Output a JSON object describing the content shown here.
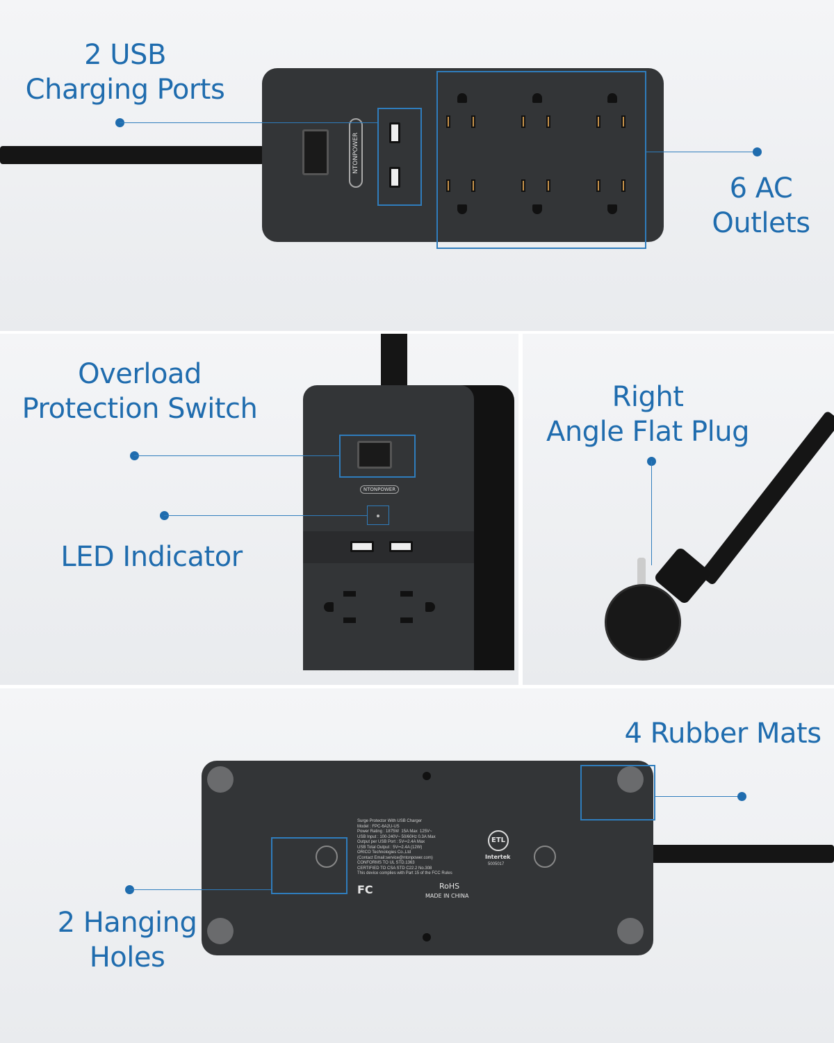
{
  "labels": {
    "usb_ports": [
      "2 USB",
      "Charging Ports"
    ],
    "ac_outlets": [
      "6 AC",
      "Outlets"
    ],
    "overload_switch": [
      "Overload",
      "Protection Switch"
    ],
    "led_indicator": "LED Indicator",
    "flat_plug": [
      "Right",
      "Angle Flat Plug"
    ],
    "rubber_mats": "4 Rubber Mats",
    "hanging_holes": [
      "2 Hanging",
      "Holes"
    ]
  },
  "brand": "NTONPOWER",
  "spec_label": {
    "lines": [
      "Surge Protector With USB Charger",
      "Model : FPC-6A2U-US",
      "Power Rating : 1875W  15A Max  125V~",
      "USB Input : 100-240V~ 50/60Hz 0.3A Max",
      "Output per USB Port : 5V⎓2.4A Max",
      "USB Total Output : 5V⎓2.4A (12W)",
      "ORICO Technologies Co.,Ltd",
      "(Contact Email:service@ntonpower.com)",
      "CONFORMS TO UL STD.1363",
      "CERTIFIED TO CSA STD C22.2 No.308",
      "This device complies with Part 15 of the FCC Rules"
    ],
    "cert_mark": "ETL",
    "cert_company": "Intertek",
    "cert_number": "5005017",
    "fcc": "FC",
    "rohs": "RoHS",
    "origin": "MADE IN CHINA"
  },
  "colors": {
    "label_blue": "#1f6cae",
    "device": "#333537"
  }
}
